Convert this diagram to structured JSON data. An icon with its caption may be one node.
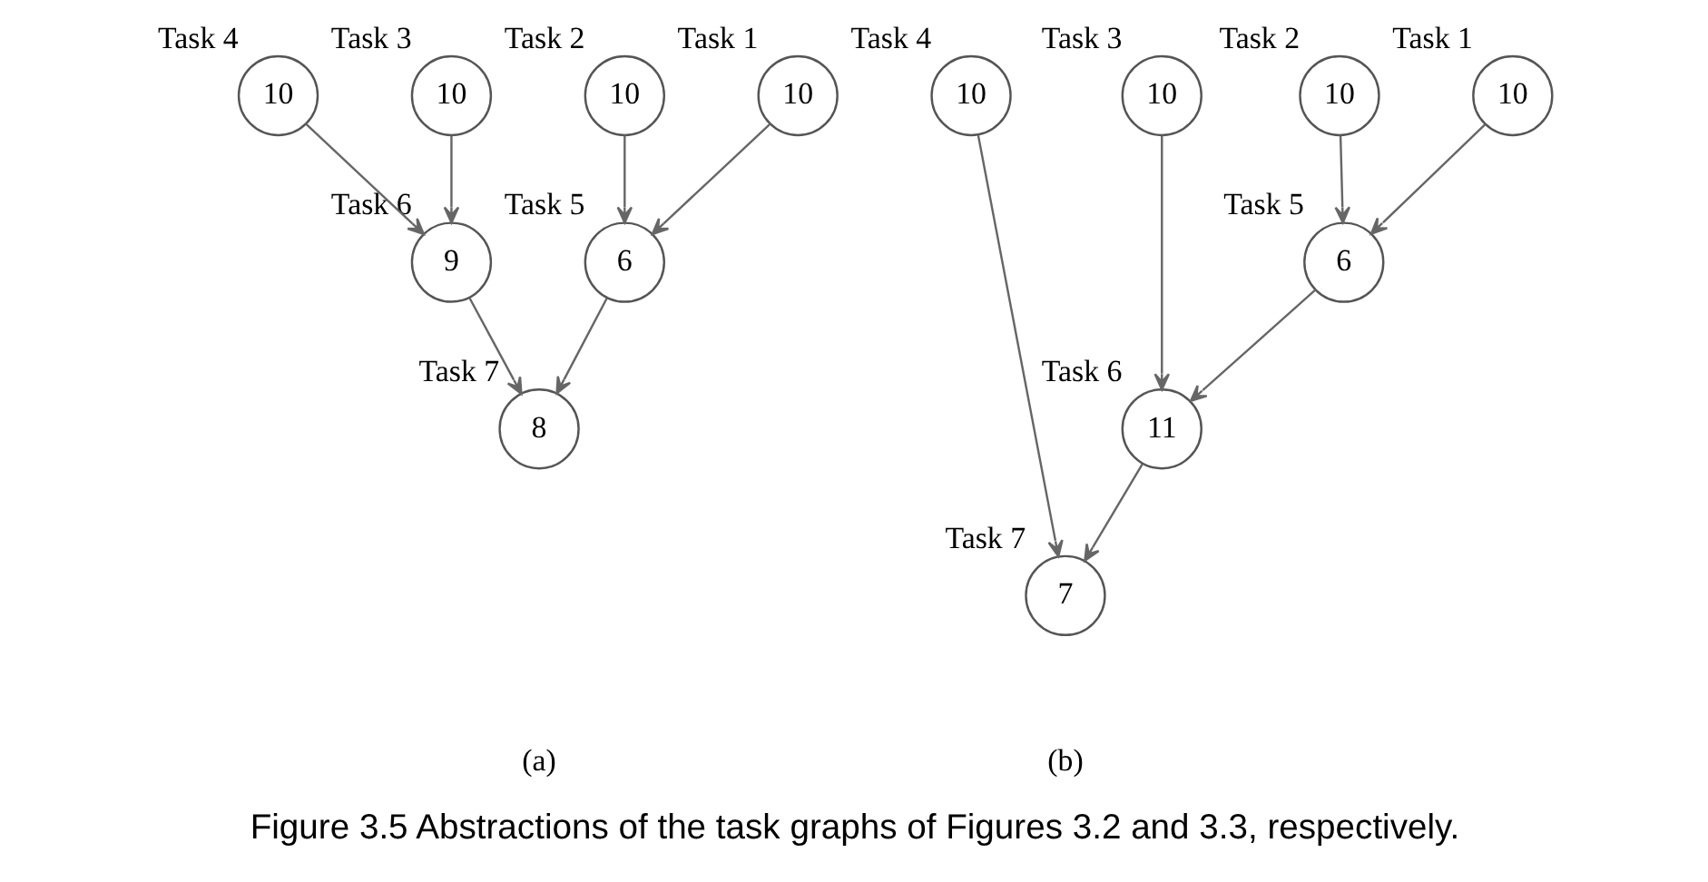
{
  "diagram": {
    "caption": "Figure 3.5 Abstractions of the task graphs of Figures 3.2 and 3.3, respectively.",
    "nodes": [
      {
        "text": [
          "10"
        ],
        "beside": [
          "Task 4"
        ]
      },
      {
        "text": [
          "10"
        ],
        "beside": [
          "Task 3"
        ]
      },
      {
        "text": [
          "10"
        ],
        "beside": [
          "Task 2"
        ]
      },
      {
        "text": [
          "10"
        ],
        "beside": [
          "Task 1"
        ]
      },
      {
        "text": [
          "9"
        ],
        "beside": [
          "Task 6"
        ]
      },
      {
        "text": [
          "6"
        ],
        "beside": [
          "Task 5"
        ]
      },
      {
        "text": [
          "8"
        ],
        "beside": [
          "Task 7"
        ]
      },
      {
        "text": [
          "10"
        ],
        "beside": [
          "Task 4"
        ]
      },
      {
        "text": [
          "10"
        ],
        "beside": [
          "Task 3"
        ]
      },
      {
        "text": [
          "10"
        ],
        "beside": [
          "Task 2"
        ]
      },
      {
        "text": [
          "10"
        ],
        "beside": [
          "Task 1"
        ]
      },
      {
        "text": [
          "6"
        ],
        "beside": [
          "Task 5"
        ]
      },
      {
        "text": [
          "11"
        ],
        "beside": [
          "Task 6"
        ]
      },
      {
        "text": [
          "7"
        ],
        "beside": [
          "Task 7"
        ]
      }
    ],
    "edges": [
      {
        "from": 0,
        "to": 4,
        "arrow": "to"
      },
      {
        "from": 1,
        "to": 4,
        "arrow": "to"
      },
      {
        "from": 2,
        "to": 5,
        "arrow": "to"
      },
      {
        "from": 3,
        "to": 5,
        "arrow": "to"
      },
      {
        "from": 4,
        "to": 6,
        "arrow": "to"
      },
      {
        "from": 5,
        "to": 6,
        "arrow": "to"
      },
      {
        "from": 7,
        "to": 13,
        "arrow": "to"
      },
      {
        "from": 8,
        "to": 12,
        "arrow": "to"
      },
      {
        "from": 9,
        "to": 11,
        "arrow": "to"
      },
      {
        "from": 10,
        "to": 11,
        "arrow": "to"
      },
      {
        "from": 11,
        "to": 12,
        "arrow": "to"
      },
      {
        "from": 12,
        "to": 13,
        "arrow": "to"
      }
    ],
    "labels": [
      "(a)",
      "(b)"
    ]
  }
}
